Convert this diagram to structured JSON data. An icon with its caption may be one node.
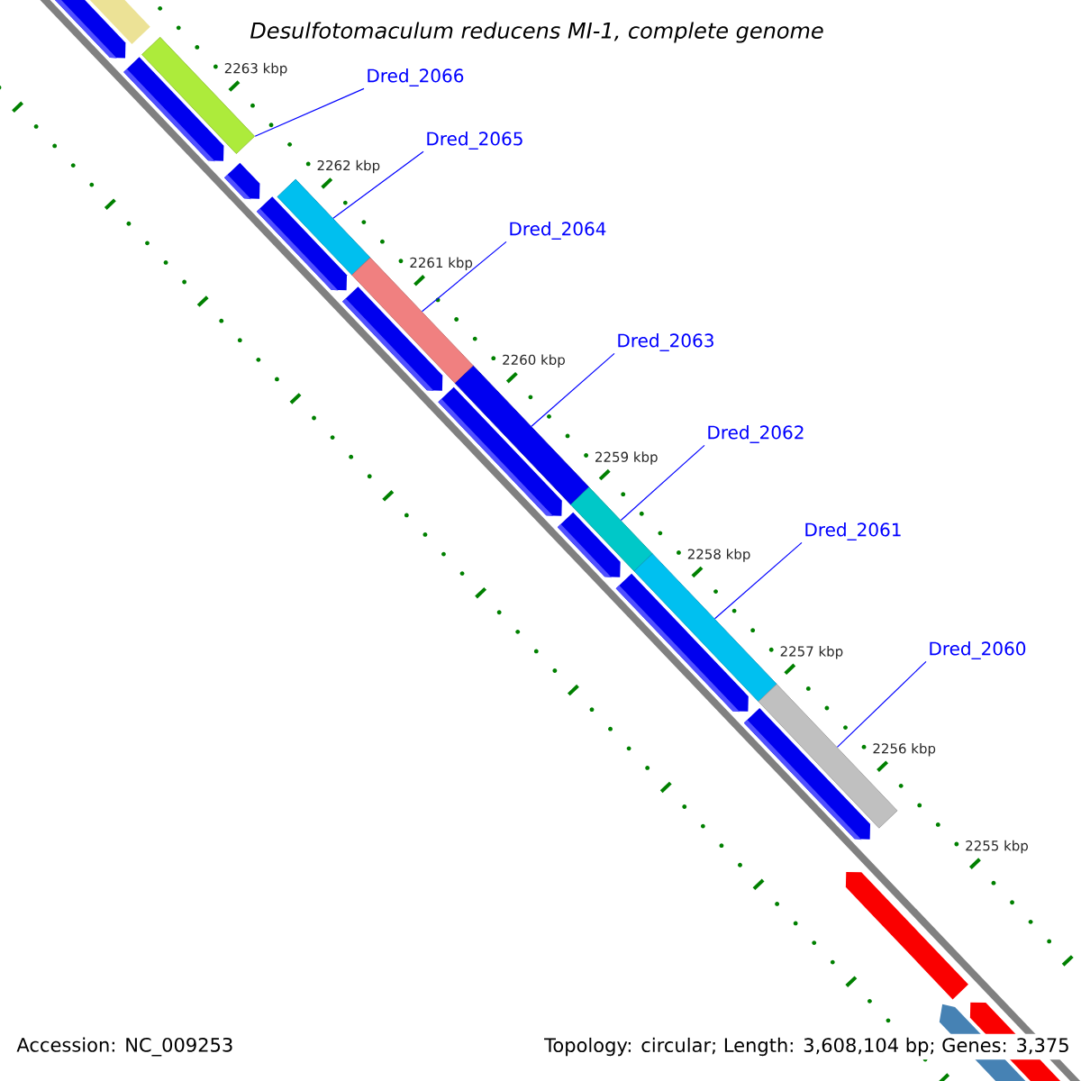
{
  "diagram": {
    "title": "Desulfotomaculum reducens MI-1, complete genome",
    "nodes": [
      {
        "text": [
          "Dred_2066"
        ]
      },
      {
        "text": [],
        "shape": "bar"
      },
      {
        "text": [
          "Dred_2065"
        ]
      },
      {
        "text": [],
        "shape": "bar"
      },
      {
        "text": [
          "Dred_2064"
        ]
      },
      {
        "text": [],
        "shape": "bar"
      },
      {
        "text": [
          "Dred_2063"
        ]
      },
      {
        "text": [],
        "shape": "bar"
      },
      {
        "text": [
          "Dred_2062"
        ]
      },
      {
        "text": [],
        "shape": "bar"
      },
      {
        "text": [
          "Dred_2061"
        ]
      },
      {
        "text": [],
        "shape": "bar"
      },
      {
        "text": [
          "Dred_2060"
        ]
      },
      {
        "text": [],
        "shape": "bar"
      }
    ],
    "edges": [
      {
        "from": 0,
        "to": 1,
        "arrow": "none"
      },
      {
        "from": 2,
        "to": 3,
        "arrow": "none"
      },
      {
        "from": 4,
        "to": 5,
        "arrow": "none"
      },
      {
        "from": 6,
        "to": 7,
        "arrow": "none"
      },
      {
        "from": 8,
        "to": 9,
        "arrow": "none"
      },
      {
        "from": 10,
        "to": 11,
        "arrow": "none"
      },
      {
        "from": 12,
        "to": 13,
        "arrow": "none"
      }
    ],
    "labels": [
      "2263 kbp",
      "2262 kbp",
      "2261 kbp",
      "2260 kbp",
      "2259 kbp",
      "2258 kbp",
      "2257 kbp",
      "2256 kbp",
      "2255 kbp",
      "Accession: NC_009253",
      "Topology: circular; Length: 3,608,104 bp; Genes: 3,375"
    ]
  }
}
